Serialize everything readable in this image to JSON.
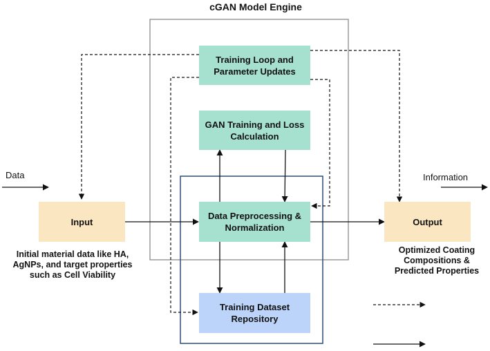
{
  "diagram": {
    "title": "cGAN Model Engine",
    "nodes": {
      "training_loop": "Training Loop and\nParameter Updates",
      "gan_training": "GAN Training and Loss\nCalculation",
      "preprocessing": "Data Preprocessing &\nNormalization",
      "dataset": "Training Dataset\nRepository",
      "input": "Input",
      "output": "Output"
    },
    "labels": {
      "data": "Data",
      "information": "Information",
      "input_caption": "Initial material data like HA,\nAgNPs, and target properties\nsuch as Cell Viability",
      "output_caption": "Optimized Coating\nCompositions &\nPredicted Properties"
    },
    "colors": {
      "model_node": "#a6e1cf",
      "io_node": "#fbe6c2",
      "dataset_node": "#bcd4fa",
      "engine_frame": "#8a8a8a",
      "data_frame": "#2b4a73"
    }
  }
}
